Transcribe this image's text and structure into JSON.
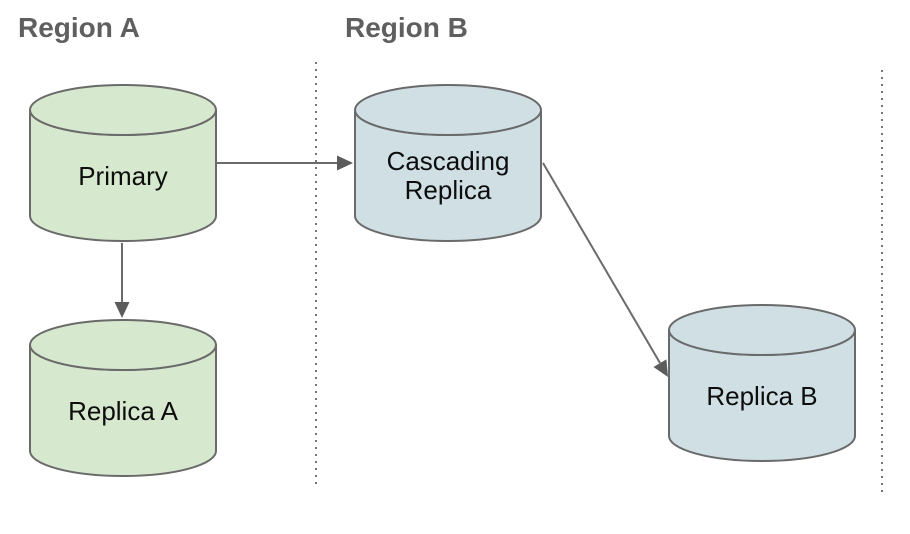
{
  "diagram": {
    "type": "database-replication-topology",
    "regions": [
      {
        "id": "region-a",
        "label": "Region A",
        "nodes": [
          "Primary",
          "Replica A"
        ]
      },
      {
        "id": "region-b",
        "label": "Region B",
        "nodes": [
          "Cascading Replica",
          "Replica B"
        ]
      }
    ],
    "nodes": {
      "primary": {
        "label": "Primary",
        "shape": "cylinder",
        "fill": "#d6e8ce",
        "region": "Region A"
      },
      "replica_a": {
        "label": "Replica A",
        "shape": "cylinder",
        "fill": "#d6e8ce",
        "region": "Region A"
      },
      "cascading_replica": {
        "label": "Cascading Replica",
        "shape": "cylinder",
        "fill": "#cfdfe4",
        "region": "Region B"
      },
      "replica_b": {
        "label": "Replica B",
        "shape": "cylinder",
        "fill": "#cfdfe4",
        "region": "Region B"
      }
    },
    "connections": [
      {
        "from": "Primary",
        "to": "Cascading Replica",
        "style": "arrow"
      },
      {
        "from": "Primary",
        "to": "Replica A",
        "style": "arrow"
      },
      {
        "from": "Cascading Replica",
        "to": "Replica B",
        "style": "arrow"
      }
    ],
    "colors": {
      "background": "#ffffff",
      "region_label": "#5f5f5f",
      "node_label": "#0d0d0d",
      "node_stroke": "#6a6a6a",
      "node_fill_region_a": "#d6e8ce",
      "node_fill_region_b": "#cfdfe4",
      "arrow": "#6b6b6b",
      "boundary_dots": "#757575"
    }
  }
}
